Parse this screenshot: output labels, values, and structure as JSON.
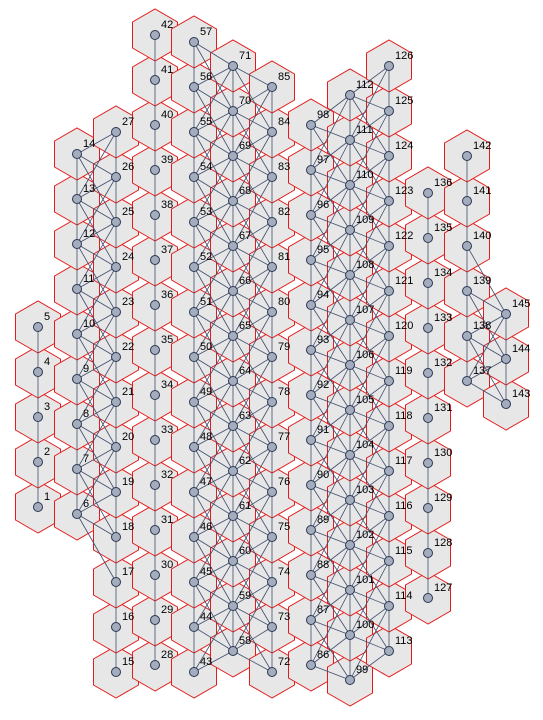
{
  "colors": {
    "background": "#ffffff",
    "hex_fill": "#e7e7e7",
    "hex_stroke": "#e21b1b",
    "edge": "#3f4d6e",
    "node_fill": "#a3adbd",
    "node_stroke": "#2b3652",
    "label": "#000000"
  },
  "columns": [
    {
      "col": 0,
      "first_id": 1,
      "last_id": 5
    },
    {
      "col": 1,
      "first_id": 6,
      "last_id": 14
    },
    {
      "col": 2,
      "first_id": 15,
      "last_id": 27
    },
    {
      "col": 3,
      "first_id": 28,
      "last_id": 42
    },
    {
      "col": 4,
      "first_id": 43,
      "last_id": 57
    },
    {
      "col": 5,
      "first_id": 58,
      "last_id": 71
    },
    {
      "col": 6,
      "first_id": 72,
      "last_id": 85
    },
    {
      "col": 7,
      "first_id": 86,
      "last_id": 98
    },
    {
      "col": 8,
      "first_id": 99,
      "last_id": 112
    },
    {
      "col": 9,
      "first_id": 113,
      "last_id": 126
    },
    {
      "col": 10,
      "first_id": 127,
      "last_id": 136
    },
    {
      "col": 11,
      "first_id": 137,
      "last_id": 142
    },
    {
      "col": 12,
      "first_id": 143,
      "last_id": 145
    }
  ]
}
